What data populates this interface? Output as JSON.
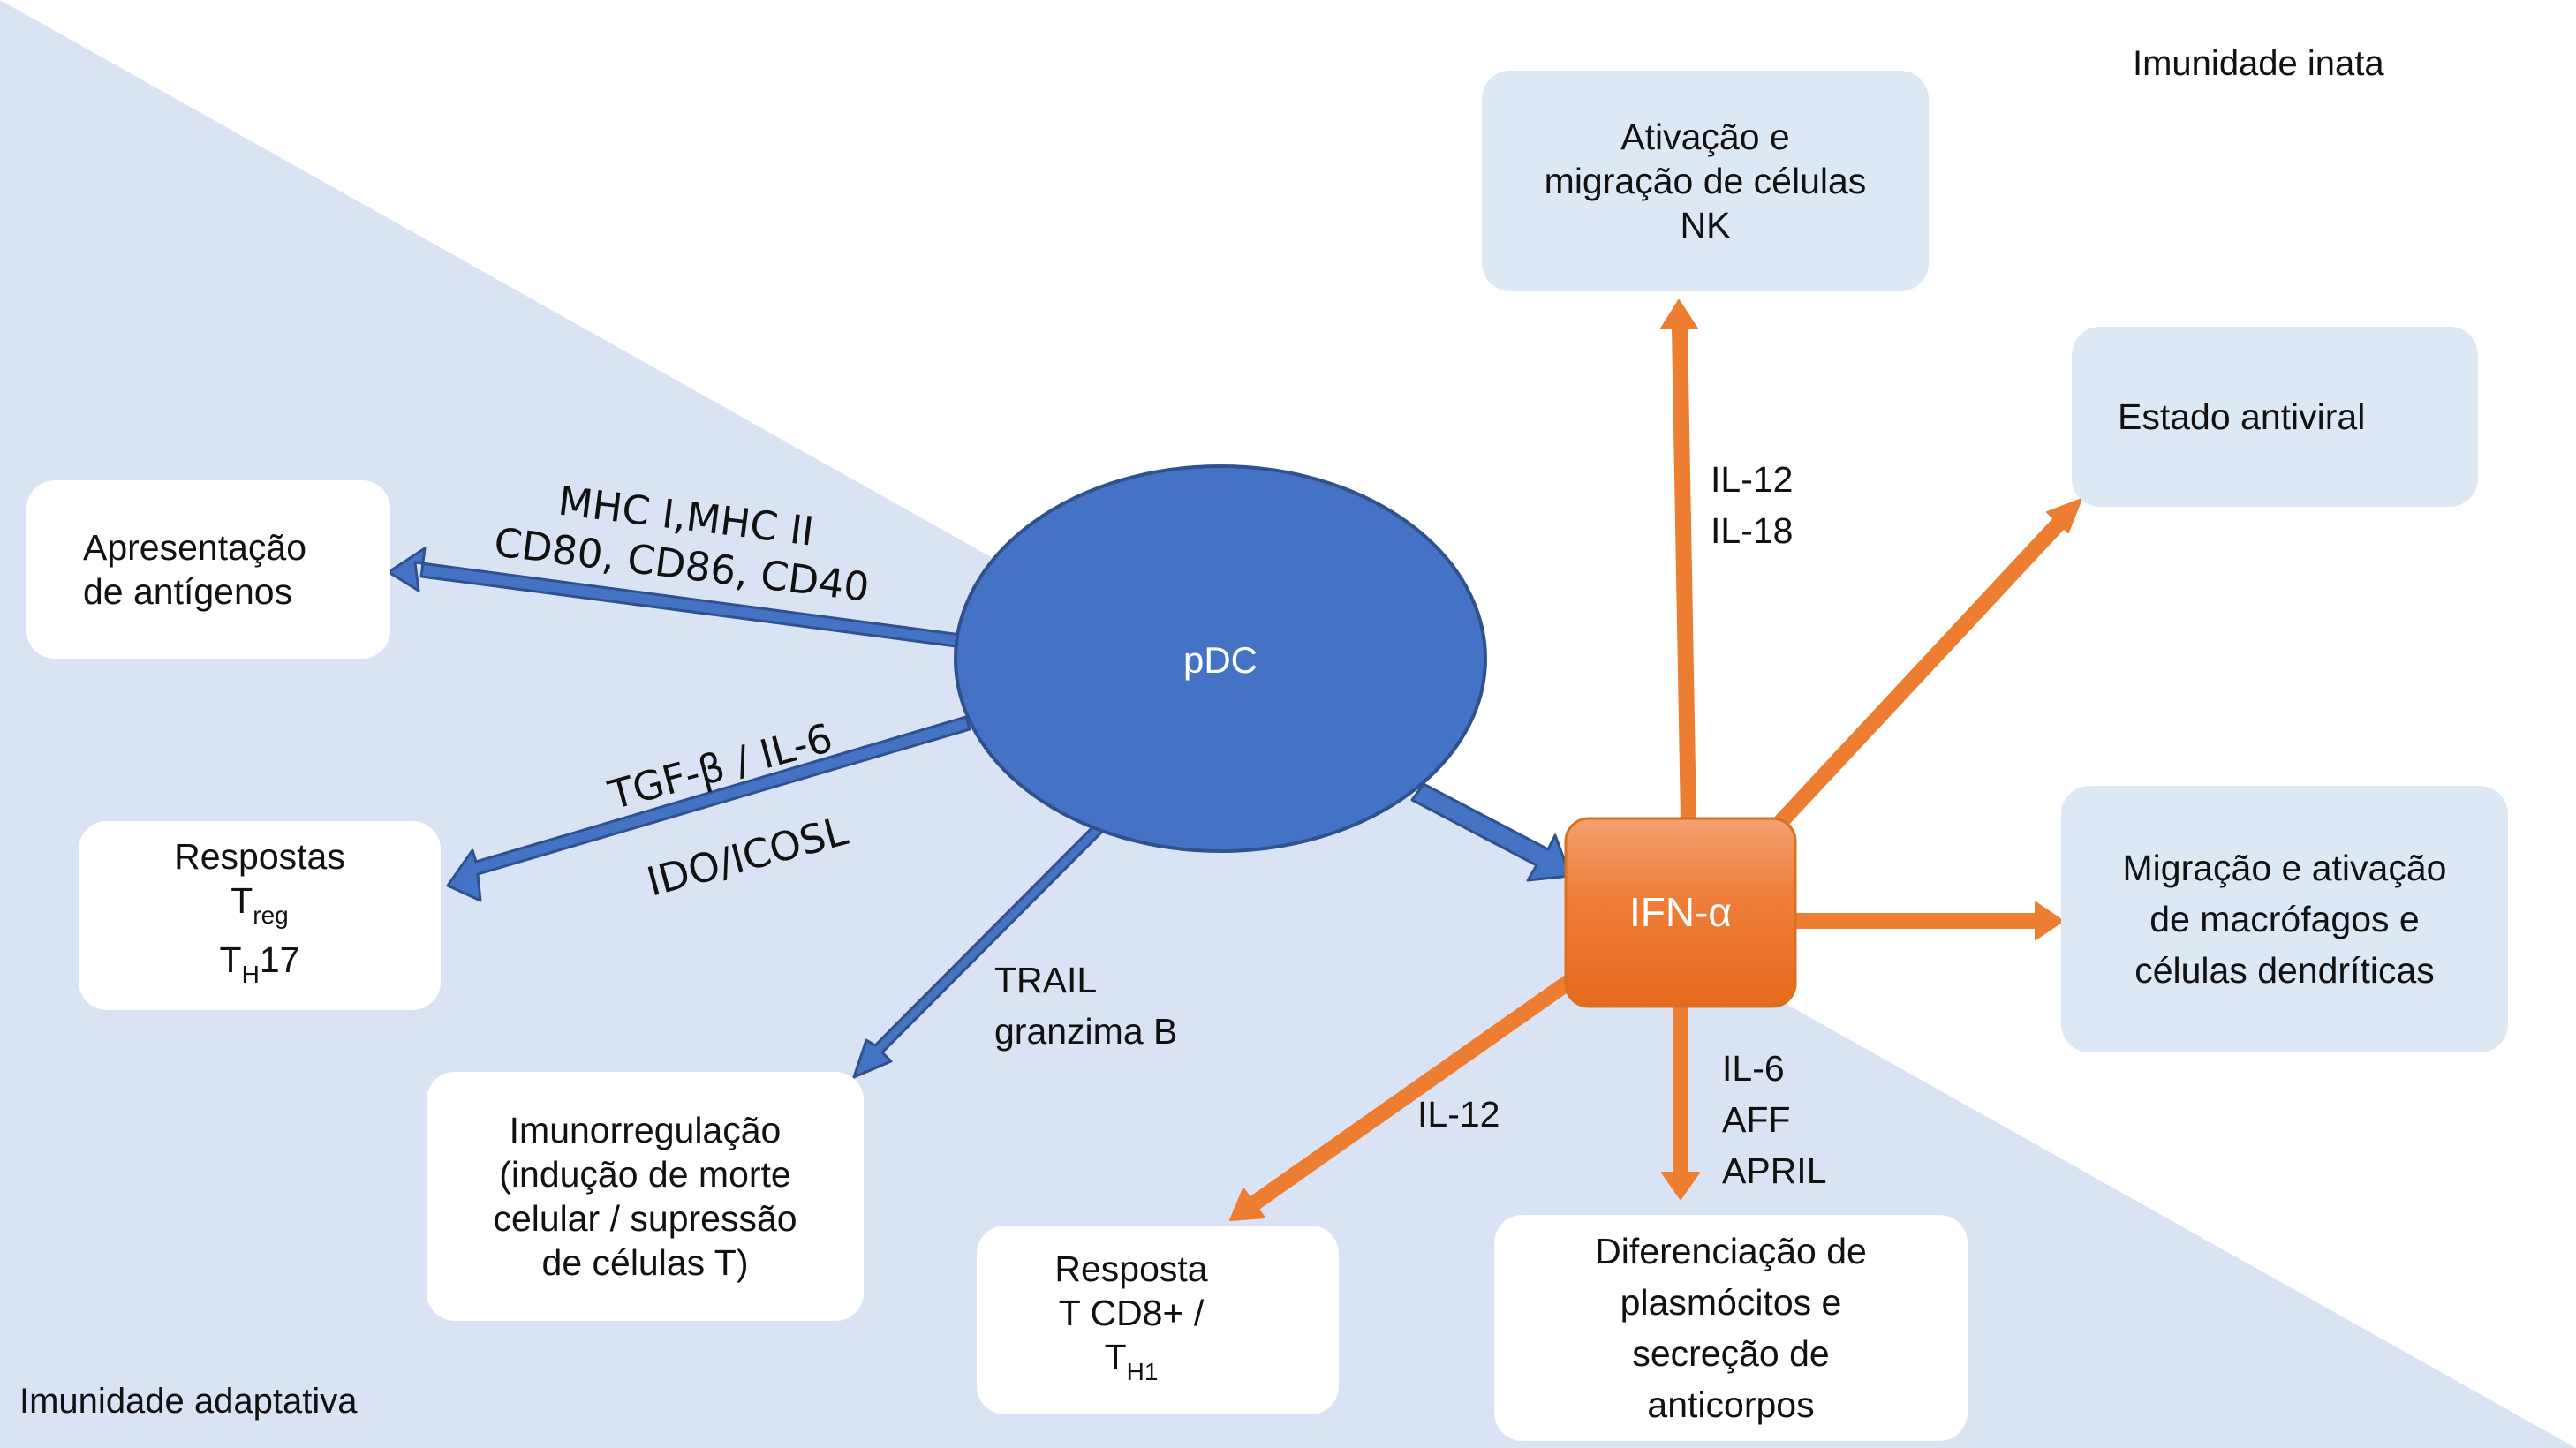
{
  "corners": {
    "innate": "Imunidade inata",
    "adaptive": "Imunidade adaptativa"
  },
  "center": {
    "pdc": "pDC",
    "ifn": "IFN-α"
  },
  "boxes": {
    "antigen": [
      "Apresentação",
      "de antígenos"
    ],
    "treg": {
      "line1": "Respostas",
      "t1": "T",
      "t1_sub": "reg",
      "t2": "T",
      "t2_sub": "H",
      "t2_tail": "17"
    },
    "immunoreg": [
      "Imunorregulação",
      "(indução de morte",
      "celular / supressão",
      "de células T)"
    ],
    "cd8": {
      "line1": "Resposta",
      "line2": "T CD8+ /",
      "t": "T",
      "t_sub": "H1"
    },
    "plasma": [
      "Diferenciação de",
      "plasmócitos e",
      "secreção de",
      "anticorpos"
    ],
    "nk": [
      "Ativação e",
      "migração de células",
      "NK"
    ],
    "antiviral": "Estado antiviral",
    "macro": [
      "Migração e ativação",
      "de macrófagos e",
      "células dendríticas"
    ]
  },
  "labels": {
    "mhc": "MHC I,MHC II",
    "cd80": "CD80, CD86, CD40",
    "tgf": "TGF-β / IL-6",
    "ido": "IDO/ICOSL",
    "trail": "TRAIL",
    "granzima": "granzima B",
    "il12_top": "IL-12",
    "il18": "IL-18",
    "il12_bottom": "IL-12",
    "il6": "IL-6",
    "aff": "AFF",
    "april": "APRIL"
  },
  "colors": {
    "background_triangle": "#dae3f3",
    "pdc_fill": "#4472c4",
    "pdc_stroke": "#2f528f",
    "ifn_fill": "#ed7d31",
    "orange_arrow": "#ed7d31",
    "blue_arrow": "#4472c4",
    "light_box": "#dde8f5"
  }
}
